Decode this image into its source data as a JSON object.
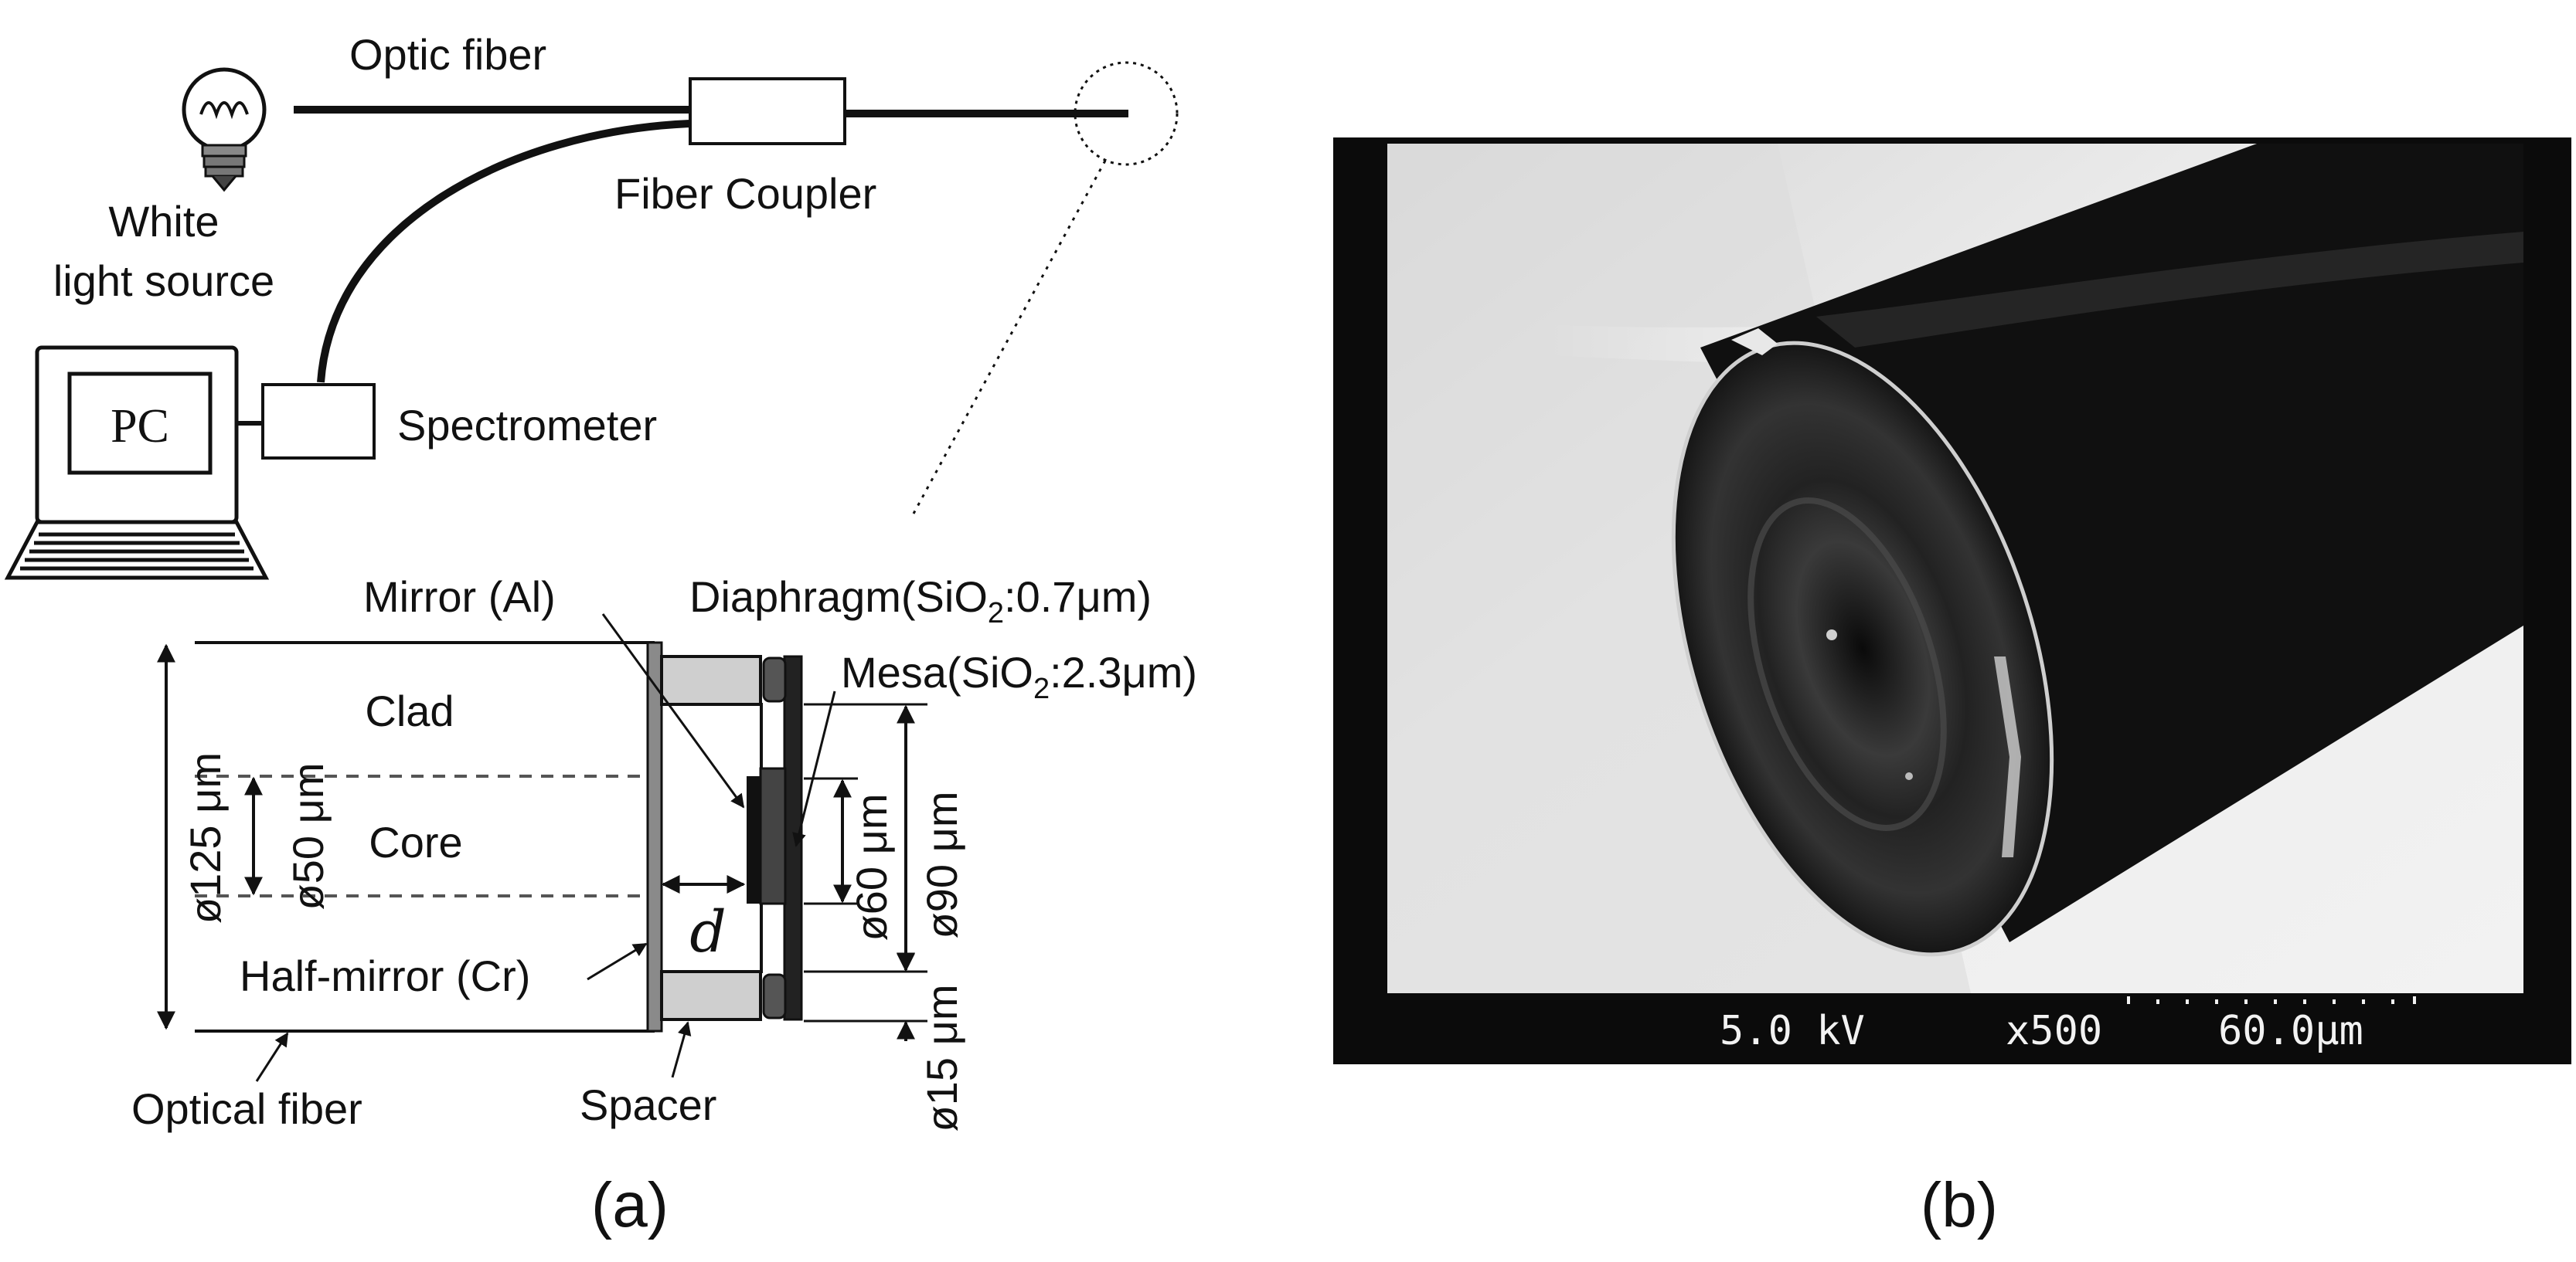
{
  "panel_a": {
    "setup": {
      "optic_fiber": "Optic fiber",
      "white_light_1": "White",
      "white_light_2": "light source",
      "fiber_coupler": "Fiber Coupler",
      "pc": "PC",
      "spectrometer": "Spectrometer"
    },
    "sensor": {
      "mirror": "Mirror (Al)",
      "diaphragm": "Diaphragm(SiO",
      "diaphragm_sub": "2",
      "diaphragm_val": ":0.7μm)",
      "mesa": "Mesa(SiO",
      "mesa_sub": "2",
      "mesa_val": ":2.3μm)",
      "clad": "Clad",
      "core": "Core",
      "half_mirror": "Half-mirror (Cr)",
      "optical_fiber": "Optical fiber",
      "spacer": "Spacer",
      "d": "d",
      "dia_125": "ø125 μm",
      "dia_50": "ø50 μm",
      "dia_60": "ø60 μm",
      "dia_90": "ø90 μm",
      "dia_15": "ø15 μm"
    },
    "caption": "(a)"
  },
  "panel_b": {
    "sem_voltage": "5.0 kV",
    "sem_mag": "x500",
    "sem_scale": "60.0μm",
    "caption": "(b)"
  }
}
